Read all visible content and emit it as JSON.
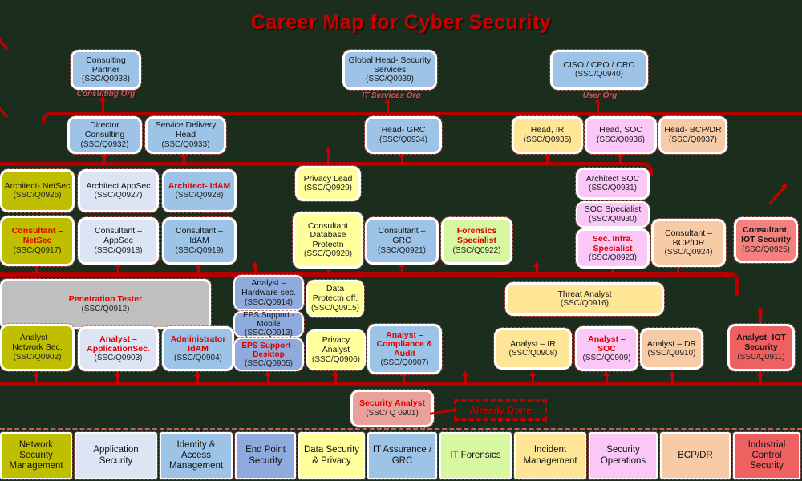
{
  "title": "Career Map for Cyber Security",
  "annotations": {
    "already_done": "Already Done"
  },
  "org_labels": {
    "consulting": "Consulting Org",
    "it_services": "IT Services Org",
    "user": "User Org"
  },
  "nodes": {
    "cp": {
      "title": "Consulting Partner",
      "code": "(SSC/Q0938)"
    },
    "gh": {
      "title": "Global Head- Security Services",
      "code": "(SSC/Q0939)"
    },
    "ciso": {
      "title": "CISO / CPO / CRO",
      "code": "(SSC/Q0940)"
    },
    "director": {
      "title": "Director Consulting",
      "code": "(SSC/Q0932)"
    },
    "sdh": {
      "title": "Service Delivery Head",
      "code": "(SSC/Q0933)"
    },
    "head_grc": {
      "title": "Head- GRC",
      "code": "(SSC/Q0934)"
    },
    "head_ir": {
      "title": "Head, IR",
      "code": "(SSC/Q0935)"
    },
    "head_soc": {
      "title": "Head, SOC",
      "code": "(SSC/Q0936)"
    },
    "head_bcpdr": {
      "title": "Head- BCP/DR",
      "code": "(SSC/Q0937)"
    },
    "arch_netsec": {
      "title": "Architect- NetSec",
      "code": "(SSC/Q0926)"
    },
    "arch_appsec": {
      "title": "Architect AppSec",
      "code": "(SSC/Q0927)"
    },
    "arch_idam": {
      "title": "Architect- IdAM",
      "code": "(SSC/Q0928)"
    },
    "privacy_lead": {
      "title": "Privacy Lead",
      "code": "(SSC/Q0929)"
    },
    "arch_soc": {
      "title": "Architect SOC",
      "code": "(SSC/Q0931)"
    },
    "soc_spec": {
      "title": "SOC Specialist",
      "code": "(SSC/Q0930)"
    },
    "con_netsec": {
      "title": "Consultant – NetSec",
      "code": "(SSC/Q0917)"
    },
    "con_appsec": {
      "title": "Consultant – AppSec",
      "code": "(SSC/Q0918)"
    },
    "con_idam": {
      "title": "Consultant – IdAM",
      "code": "(SSC/Q0919)"
    },
    "con_db": {
      "title": "Consultant Database Protectn",
      "code": "(SSC/Q0920)"
    },
    "con_grc": {
      "title": "Consultant – GRC",
      "code": "(SSC/Q0921)"
    },
    "forensics": {
      "title": "Forensics Specialist",
      "code": "(SSC/Q0922)"
    },
    "sec_infra": {
      "title": "Sec. Infra. Specialist",
      "code": "(SSC/Q0923)"
    },
    "con_bcpdr": {
      "title": "Consultant – BCP/DR",
      "code": "(SSC/Q0924)"
    },
    "con_iot": {
      "title": "Consultant, IOT Security",
      "code": "(SSC/Q0925)"
    },
    "pen_tester": {
      "title": "Penetration Tester",
      "code": "(SSC/Q0912)"
    },
    "an_hw": {
      "title": "Analyst – Hardware sec.",
      "code": "(SSC/Q0914)"
    },
    "eps_mobile": {
      "title": "EPS Support - Mobile",
      "code": "(SSC/Q0913)"
    },
    "data_prot": {
      "title": "Data Protectn off.",
      "code": "(SSC/Q0915)"
    },
    "threat": {
      "title": "Threat Analyst",
      "code": "(SSC/Q0916)"
    },
    "an_netsec": {
      "title": "Analyst – Network Sec.",
      "code": "(SSC/Q0902)"
    },
    "an_appsec": {
      "title": "Analyst – ApplicationSec.",
      "code": "(SSC/Q0903)"
    },
    "adm_idam": {
      "title": "Administrator IdAM",
      "code": "(SSC/Q0904)"
    },
    "eps_desktop": {
      "title": "EPS Support - Desktop",
      "code": "(SSC/Q0905)"
    },
    "privacy_an": {
      "title": "Privacy Analyst",
      "code": "(SSC/Q0906)"
    },
    "an_comp": {
      "title": "Analyst – Compliance & Audit",
      "code": "(SSC/Q0907)"
    },
    "an_ir": {
      "title": "Analyst – IR",
      "code": "(SSC/Q0908)"
    },
    "an_soc": {
      "title": "Analyst – SOC",
      "code": "(SSC/Q0909)"
    },
    "an_dr": {
      "title": "Analyst – DR",
      "code": "(SSC/Q0910)"
    },
    "an_iot": {
      "title": "Analyst- IOT Security",
      "code": "(SSC/Q0911)"
    },
    "sec_analyst": {
      "title": "Security Analyst",
      "code": "(SSC/ Q 0901)"
    }
  },
  "categories": [
    {
      "label": "Network Security Management"
    },
    {
      "label": "Application Security"
    },
    {
      "label": "Identity & Access Management"
    },
    {
      "label": "End Point Security"
    },
    {
      "label": "Data Security & Privacy"
    },
    {
      "label": "IT Assurance / GRC"
    },
    {
      "label": "IT Forensics"
    },
    {
      "label": "Incident Management"
    },
    {
      "label": "Security Operations"
    },
    {
      "label": "BCP/DR"
    },
    {
      "label": "Industrial Control Security"
    }
  ],
  "colors": {
    "connector_red": "#c00000",
    "title_red": "#c80000",
    "red_label": "#e00000",
    "olive": "#bfbf00",
    "light_blue": "#9dc3e6",
    "medium_blue": "#8faadc",
    "lavender": "#dde5f5",
    "light_yellow": "#ffff9c",
    "yellow": "#ffe596",
    "pink": "#fac7f6",
    "tan": "#f6cba6",
    "salmon": "#f4817e",
    "red": "#ef6161",
    "light_green": "#d8f7a1",
    "gray": "#bfbfbf",
    "rose": "#e8a19b"
  }
}
